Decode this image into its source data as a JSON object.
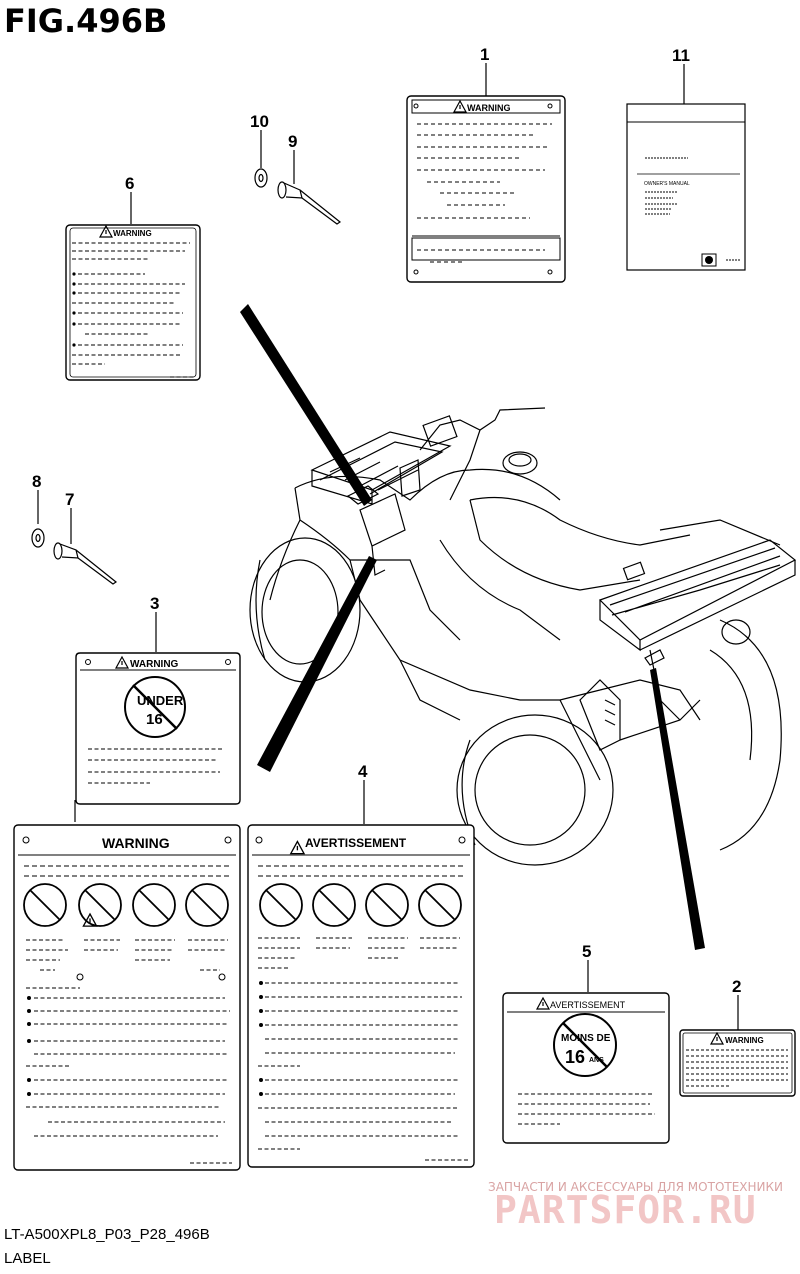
{
  "figure": {
    "title": "FIG.496B"
  },
  "footer": {
    "code": "LT-A500XPL8_P03_P28_496B",
    "label": "LABEL"
  },
  "callouts": [
    "1",
    "2",
    "3",
    "4",
    "5",
    "6",
    "7",
    "8",
    "9",
    "10",
    "11"
  ],
  "labels": {
    "warning": "WARNING",
    "avertissement": "AVERTISSEMENT",
    "under": "UNDER",
    "age16": "16",
    "moins_de": "MOINS DE",
    "ans": "ANS",
    "owners_manual": "OWNER'S MANUAL"
  },
  "watermark": {
    "tagline": "ЗАПЧАСТИ И АКСЕССУАРЫ ДЛЯ МОТОТЕХНИКИ",
    "logo": "PARTSFOR.RU"
  }
}
